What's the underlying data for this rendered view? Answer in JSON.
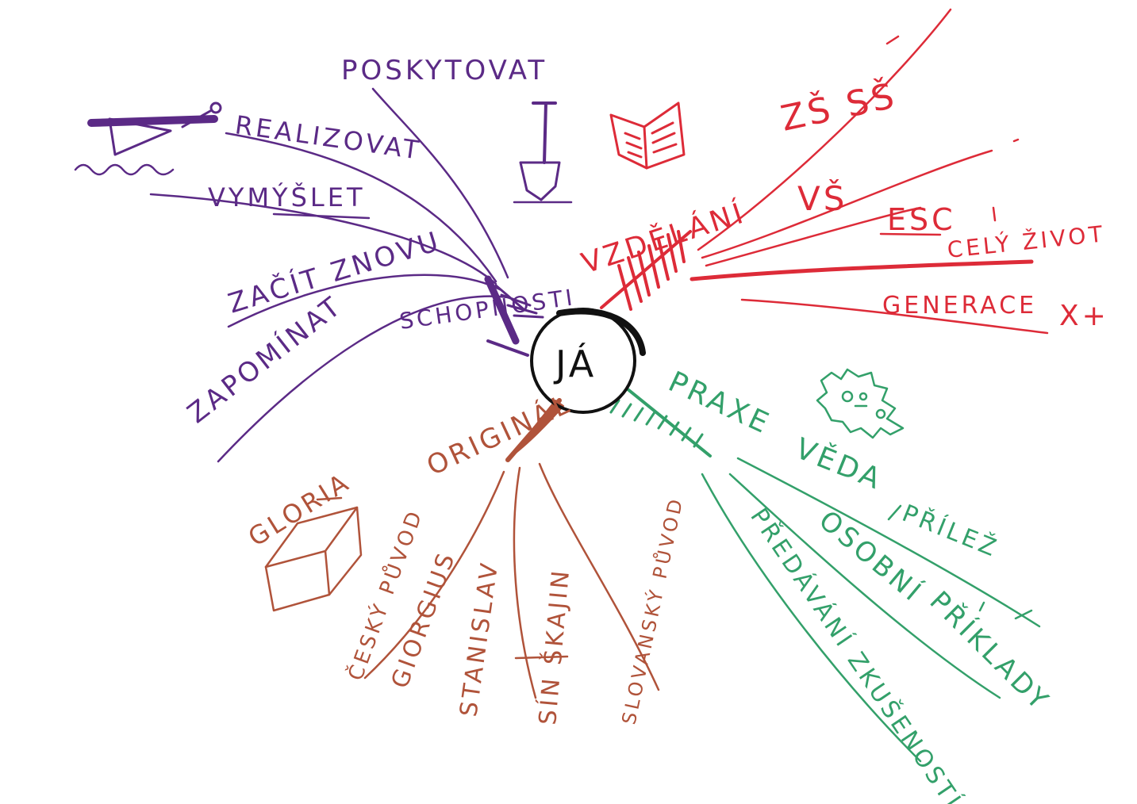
{
  "center": {
    "label": "JÁ"
  },
  "colors": {
    "purple": "#5b2a86",
    "red": "#dd2b38",
    "brown": "#b0533a",
    "green": "#33a06a",
    "black": "#111111"
  },
  "branches": {
    "purple": {
      "label": "SCHOPNOSTI",
      "children": [
        {
          "label": "POSKYTOVAT"
        },
        {
          "label": "REALIZOVAT"
        },
        {
          "label": "VYMÝŠLET"
        },
        {
          "label": "ZAČÍT ZNOVU"
        },
        {
          "label": "ZAPOMÍNAT"
        }
      ],
      "icons": [
        "boat-icon",
        "shovel-icon"
      ]
    },
    "red": {
      "label": "VZDĚLÁNÍ",
      "children": [
        {
          "label": "ZŠ SŠ"
        },
        {
          "label": "VŠ"
        },
        {
          "label": "ESC"
        },
        {
          "label": "CELÝ ŽIVOT"
        },
        {
          "label": "GENERACE"
        },
        {
          "label": "X+"
        }
      ],
      "icons": [
        "book-icon"
      ]
    },
    "brown": {
      "label": "ORIGINÁL",
      "children": [
        {
          "label": "GLORIA"
        },
        {
          "label": "ČESKÝ PŮVOD"
        },
        {
          "label": "GIORGIUS"
        },
        {
          "label": "STANISLAV"
        },
        {
          "label": "SÍN ŠKAJIN"
        },
        {
          "label": "SLOVANSKÝ PŮVOD"
        }
      ],
      "icons": [
        "cube-icon"
      ]
    },
    "green": {
      "label": "PRAXE",
      "children": [
        {
          "label": "VĚDA"
        },
        {
          "label": "PŘÍLEŽ"
        },
        {
          "label": "OSOBNÍ"
        },
        {
          "label": "PŘÍKLADY"
        },
        {
          "label": "PŘEDÁVÁNÍ ZKUŠENOSTÍ"
        }
      ],
      "icons": [
        "virus-icon"
      ]
    }
  }
}
